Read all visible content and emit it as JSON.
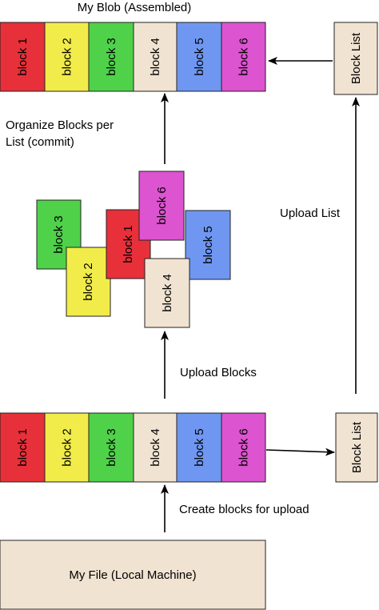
{
  "title": "My Blob (Assembled)",
  "colors": {
    "block_1": "#e8303a",
    "block_2": "#f2ec4a",
    "block_3": "#4fd14a",
    "block_4": "#f1e3d1",
    "block_5": "#6f97f1",
    "block_6": "#dc54cf",
    "block_list_fill": "#f1e3d1",
    "file_fill": "#f1e3d1",
    "stroke": "#222222"
  },
  "blocks": [
    "block 1",
    "block 2",
    "block 3",
    "block 4",
    "block 5",
    "block 6"
  ],
  "block_list_label": "Block List",
  "labels": {
    "organize_line1": "Organize Blocks per",
    "organize_line2": "List (commit)",
    "upload_list": "Upload List",
    "upload_blocks": "Upload Blocks",
    "create_blocks": "Create blocks for upload"
  },
  "file_label": "My File (Local Machine)"
}
